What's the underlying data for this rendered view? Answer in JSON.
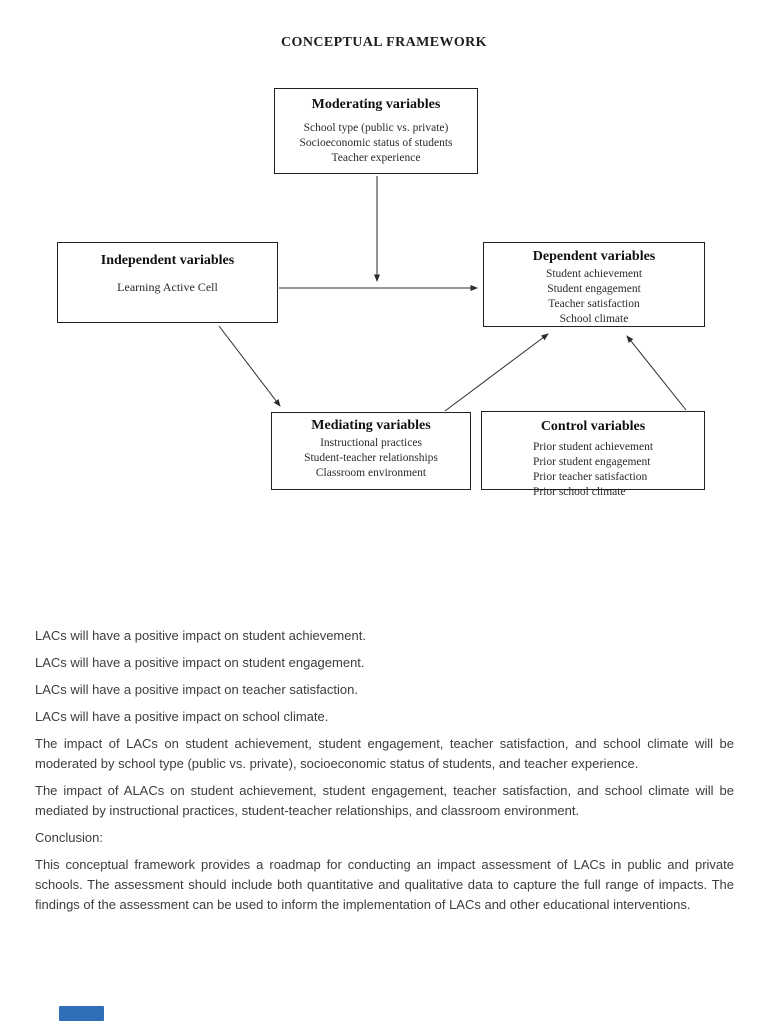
{
  "title": "CONCEPTUAL FRAMEWORK",
  "diagram": {
    "boxes": {
      "moderating": {
        "title": "Moderating variables",
        "items": [
          "School type (public vs. private)",
          "Socioeconomic status of students",
          "Teacher experience"
        ]
      },
      "independent": {
        "title": "Independent variables",
        "items": [
          "Learning Active Cell"
        ]
      },
      "dependent": {
        "title": "Dependent variables",
        "items": [
          "Student achievement",
          "Student engagement",
          "Teacher satisfaction",
          "School climate"
        ]
      },
      "mediating": {
        "title": "Mediating variables",
        "items": [
          "Instructional practices",
          "Student-teacher relationships",
          "Classroom environment"
        ]
      },
      "control": {
        "title": "Control variables",
        "items": [
          "Prior student achievement",
          "Prior student engagement",
          "Prior teacher satisfaction",
          "Prior school climate"
        ]
      }
    },
    "edges": [
      {
        "from": "moderating",
        "to": "independent-dependent-arrow"
      },
      {
        "from": "independent",
        "to": "dependent"
      },
      {
        "from": "independent",
        "to": "mediating"
      },
      {
        "from": "mediating",
        "to": "dependent"
      },
      {
        "from": "control",
        "to": "dependent"
      }
    ]
  },
  "hypotheses": [
    "LACs will have a positive impact on student achievement.",
    "LACs will have a positive impact on student engagement.",
    "LACs will have a positive impact on teacher satisfaction.",
    "LACs will have a positive impact on school climate."
  ],
  "moderation_paragraph": "The impact of LACs on student achievement, student engagement, teacher satisfaction, and school climate will be moderated by school type (public vs. private), socioeconomic status of students, and teacher experience.",
  "mediation_paragraph": "The impact of ALACs on student achievement, student engagement, teacher satisfaction, and school climate will be mediated by instructional practices, student-teacher relationships, and classroom environment.",
  "conclusion": {
    "label": "Conclusion:",
    "text": "This conceptual framework provides a roadmap for conducting an impact assessment of LACs in public and private schools. The assessment should include both quantitative and qualitative data to capture the full range of impacts. The findings of the assessment can be used to inform the implementation of LACs and other educational interventions."
  },
  "colors": {
    "box_border": "#1f1f1f",
    "arrow": "#2b2b2b",
    "page_indicator": "#2e6fb7"
  }
}
